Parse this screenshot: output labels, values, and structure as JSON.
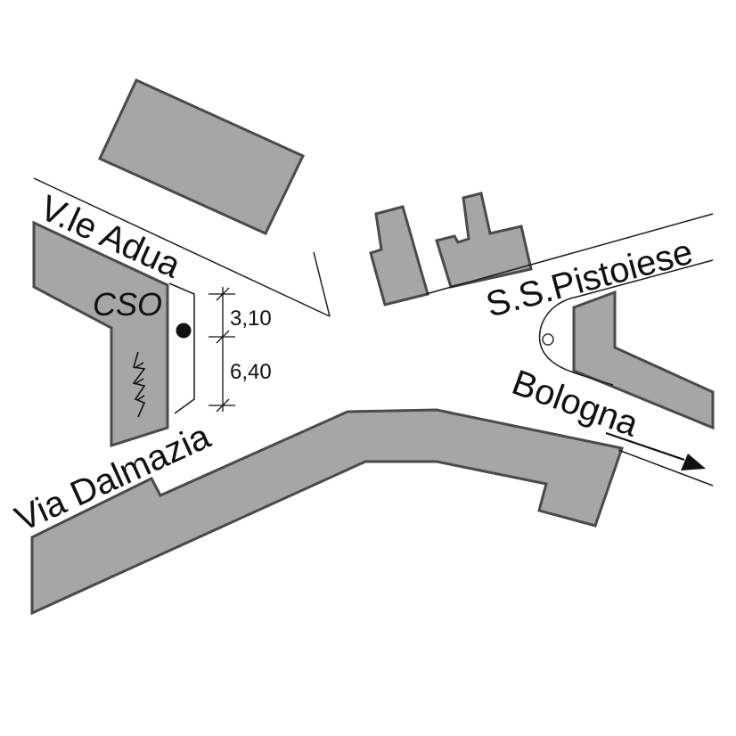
{
  "streets": {
    "adua": "V.le Adua",
    "dalmazia": "Via Dalmazia",
    "pistoiese": "S.S.Pistoiese",
    "bologna": "Bologna"
  },
  "labels": {
    "cso": "CSO"
  },
  "dimensions": {
    "upper": "3,10",
    "lower": "6,40"
  },
  "colors": {
    "building_fill": "#a6a6a6",
    "building_stroke": "#4a4a4a",
    "line": "#111111",
    "background": "#ffffff"
  },
  "icons": {
    "outfall": "filled-circle",
    "roundabout": "small-open-circle",
    "direction": "arrow-southeast",
    "flow": "zigzag-flow-symbol"
  }
}
